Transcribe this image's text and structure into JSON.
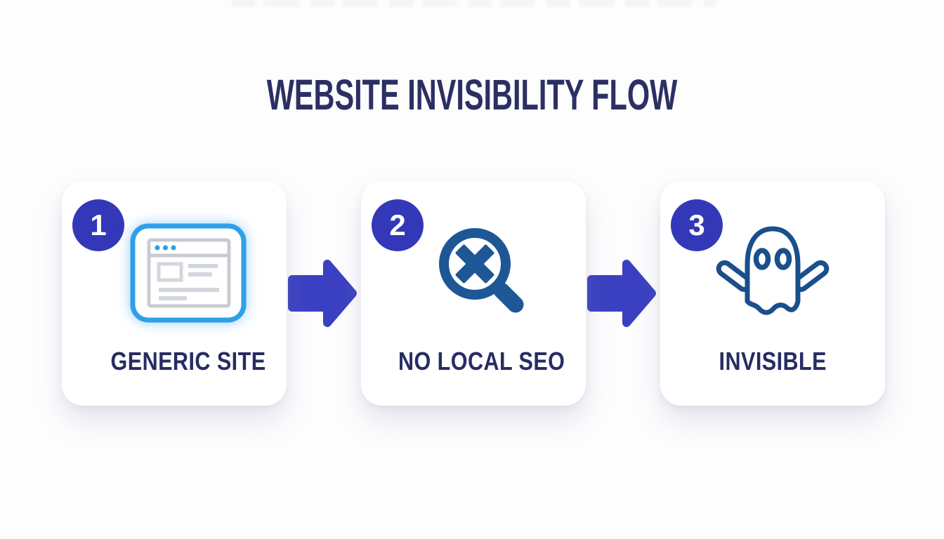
{
  "title": "WEBSITE INVISIBILITY FLOW",
  "steps": [
    {
      "number": "1",
      "label": "GENERIC SITE",
      "icon": "browser-window-icon"
    },
    {
      "number": "2",
      "label": "NO LOCAL SEO",
      "icon": "search-x-icon"
    },
    {
      "number": "3",
      "label": "INVISIBLE",
      "icon": "ghost-icon"
    }
  ],
  "connectors": [
    {
      "type": "arrow-right"
    },
    {
      "type": "arrow-right"
    }
  ],
  "colors": {
    "background": "#fdfdfe",
    "card_background": "#ffffff",
    "arrow_indigo": "#3b40c2",
    "badge_indigo": "#3338b9",
    "heading_navy": "#2b2f63",
    "label_navy": "#272c64",
    "browser_blue": "#2fa0e8",
    "search_icon_blue": "#1d5795",
    "ghost_outline_blue": "#1a4f8c",
    "ui_gray": "#ccd0d7"
  }
}
